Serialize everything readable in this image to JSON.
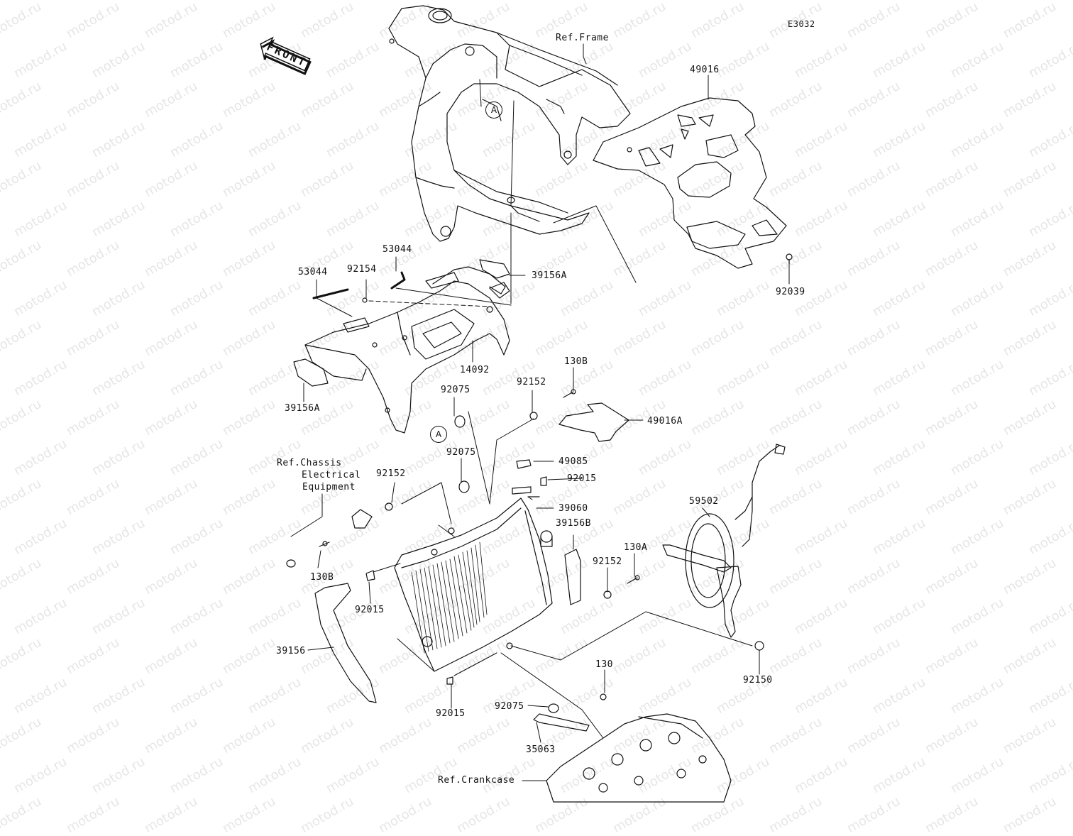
{
  "diagram_code": "E3032",
  "front_arrow": "FRONT",
  "watermark": "motod.ru",
  "ref_marker": "A",
  "refs": {
    "frame": "Ref.Frame",
    "chassis_1": "Ref.Chassis",
    "chassis_2": "Electrical",
    "chassis_3": "Equipment",
    "crankcase": "Ref.Crankcase"
  },
  "parts": {
    "p49016": "49016",
    "p92039": "92039",
    "p53044a": "53044",
    "p53044b": "53044",
    "p92154": "92154",
    "p39156A_top": "39156A",
    "p14092": "14092",
    "p39156A_left": "39156A",
    "p130B_top": "130B",
    "p92152_top": "92152",
    "p92075_top": "92075",
    "p49016A": "49016A",
    "p92075_mid": "92075",
    "p49085": "49085",
    "p92152_left": "92152",
    "p92015_top": "92015",
    "p39060": "39060",
    "p59502": "59502",
    "p39156B": "39156B",
    "p130A": "130A",
    "p92152_right": "92152",
    "p130B_left": "130B",
    "p92015_left": "92015",
    "p39156": "39156",
    "p92150": "92150",
    "p130": "130",
    "p92075_bot": "92075",
    "p92015_bot": "92015",
    "p35063": "35063"
  }
}
